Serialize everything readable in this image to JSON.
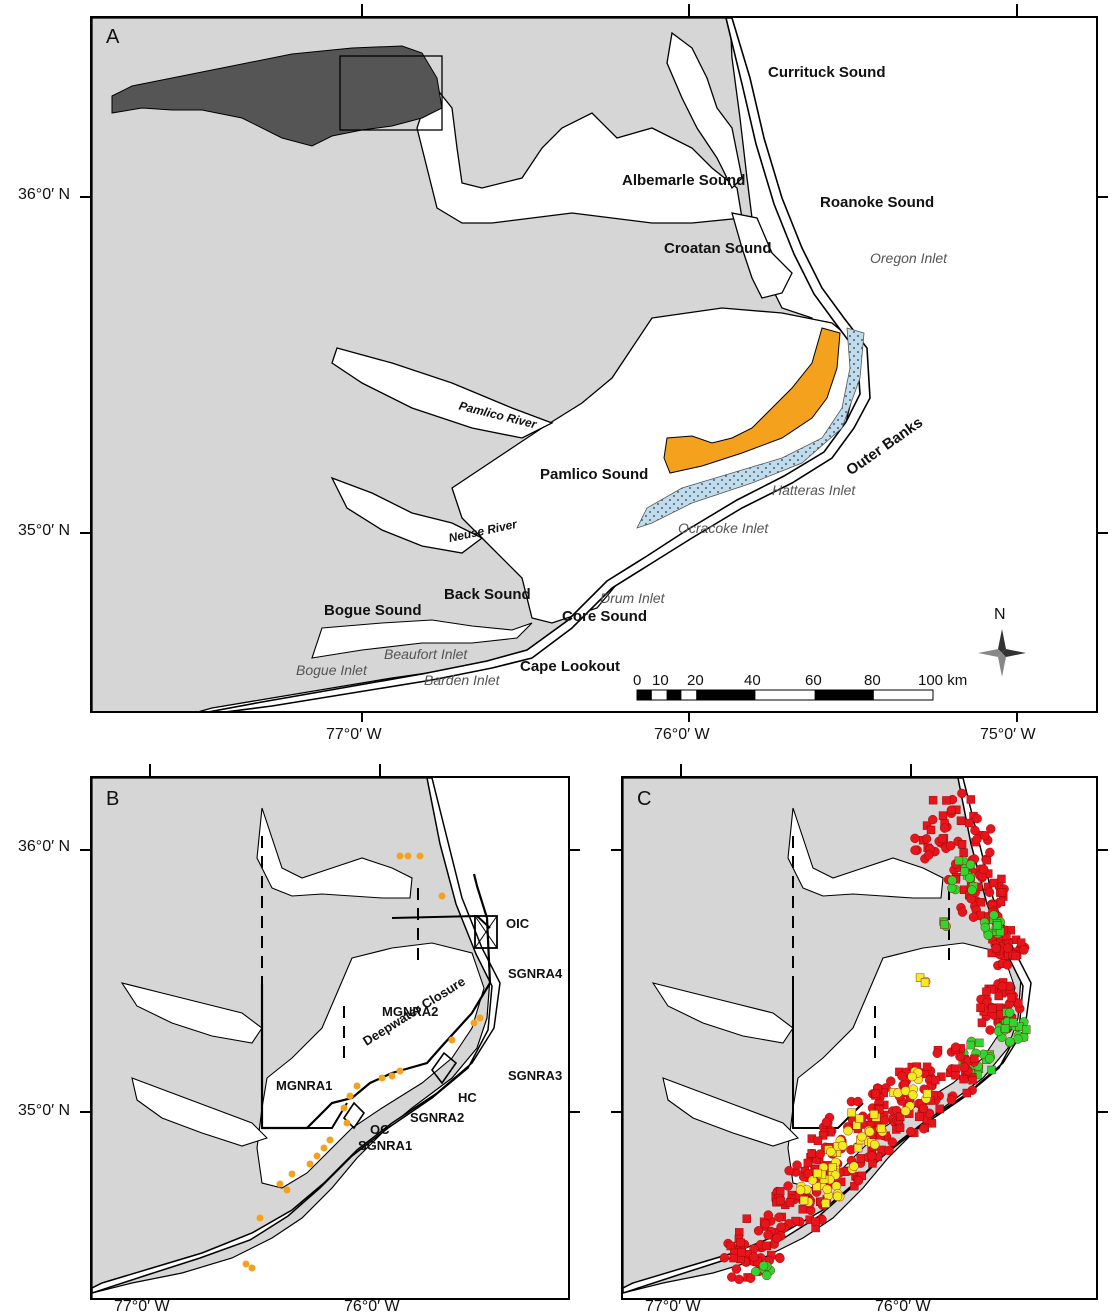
{
  "panel_a": {
    "label": "A",
    "sounds": {
      "currituck": "Currituck Sound",
      "albemarle": "Albemarle Sound",
      "roanoke": "Roanoke Sound",
      "croatan": "Croatan Sound",
      "pamlico": "Pamlico Sound",
      "back": "Back Sound",
      "bogue": "Bogue Sound",
      "core": "Core Sound",
      "cape_lookout": "Cape Lookout",
      "outer_banks": "Outer Banks"
    },
    "inlets": {
      "oregon": "Oregon Inlet",
      "hatteras": "Hatteras Inlet",
      "ocracoke": "Ocracoke Inlet",
      "drum": "Drum Inlet",
      "bogue": "Bogue Inlet",
      "beaufort": "Beaufort Inlet",
      "barden": "Barden Inlet"
    },
    "rivers": {
      "pamlico": "Pamlico River",
      "neuse": "Neuse River"
    },
    "north": "N",
    "scale_ticks": [
      "0",
      "10",
      "20",
      "40",
      "60",
      "80",
      "100 km"
    ],
    "lat_labels": [
      "36°0′ N",
      "35°0′ N"
    ],
    "lon_labels": [
      "77°0′ W",
      "76°0′ W",
      "75°0′ W"
    ]
  },
  "panel_b": {
    "label": "B",
    "areas": {
      "oic": "OIC",
      "sgnra4": "SGNRA4",
      "mgnra2": "MGNRA2",
      "deepwater": "Deepwater Closure",
      "sgnra3": "SGNRA3",
      "mgnra1": "MGNRA1",
      "hc": "HC",
      "sgnra2": "SGNRA2",
      "oc": "OC",
      "sgnra1": "SGNRA1"
    },
    "lat_labels": [
      "36°0′ N",
      "35°0′ N"
    ],
    "lon_labels": [
      "77°0′ W",
      "76°0′ W"
    ]
  },
  "panel_c": {
    "label": "C",
    "lon_labels": [
      "77°0′ W",
      "76°0′ W"
    ]
  },
  "colors": {
    "land": "#d6d6d6",
    "water": "#ffffff",
    "sav_orange": "#f4a21e",
    "shoal_blue": "#bfdcef",
    "red": "#e8141b",
    "green": "#2fd62f",
    "yellow": "#f2ea25"
  }
}
